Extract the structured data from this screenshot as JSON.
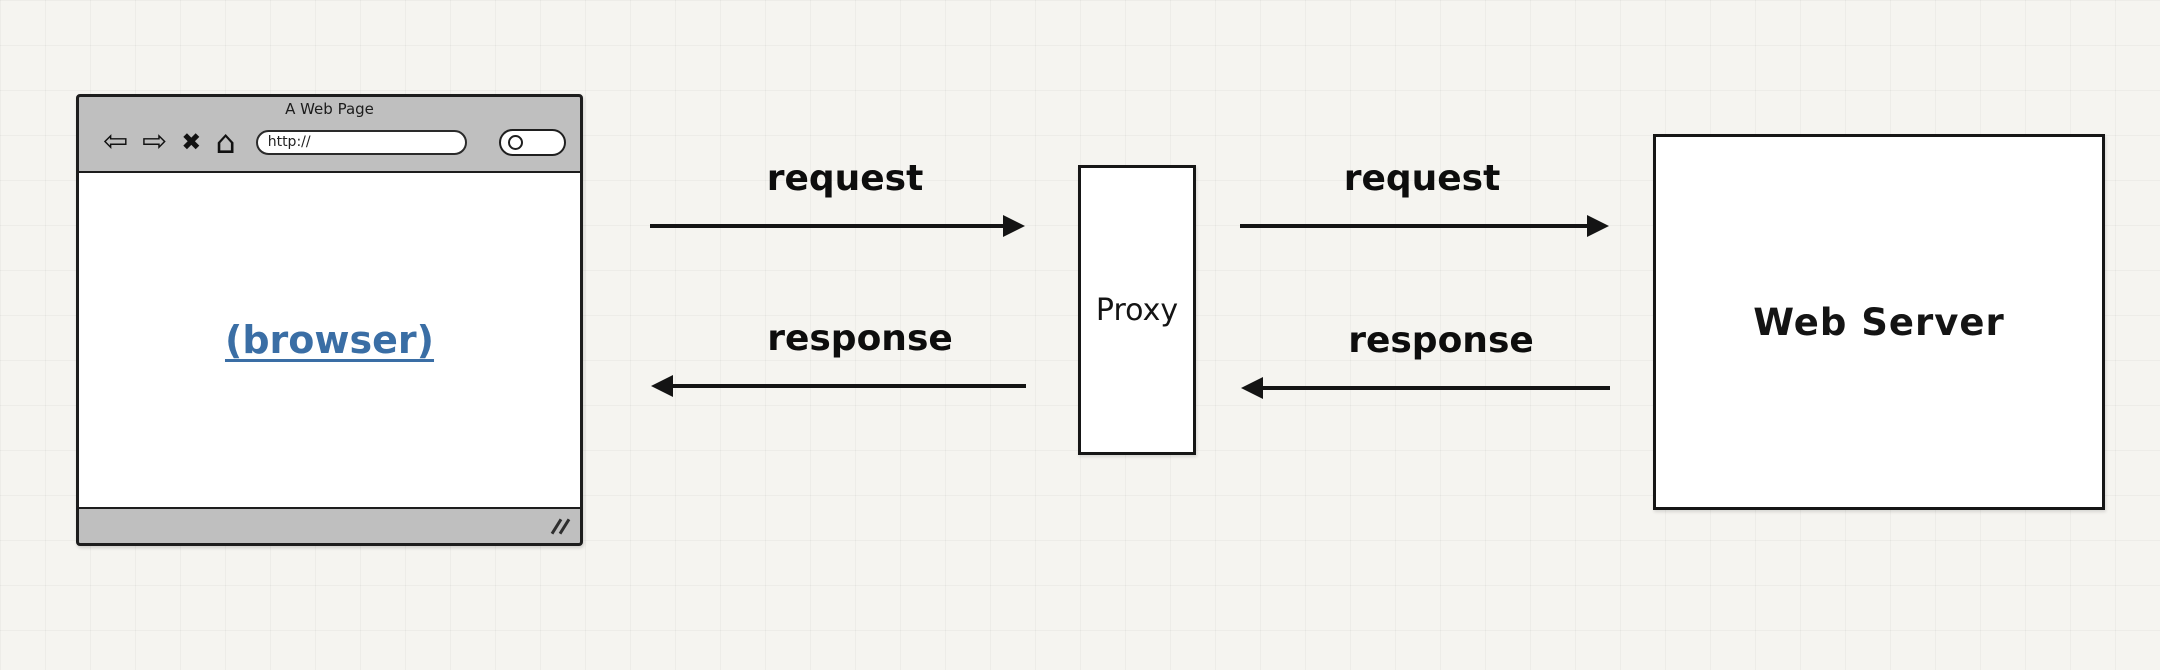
{
  "background": {
    "color": "#f5f4f0",
    "grid_color": "#e7e6e2"
  },
  "browser": {
    "window_title": "A Web Page",
    "url": "http://",
    "page_label": "(browser)",
    "link_color": "#3a6ea5",
    "chrome_color": "#bfbfbf",
    "icons": {
      "back": "⇦",
      "forward": "⇨",
      "close": "✖",
      "home": "⌂"
    }
  },
  "proxy": {
    "label": "Proxy"
  },
  "server": {
    "label": "Web Server"
  },
  "flows": {
    "browser_proxy": {
      "request": "request",
      "response": "response"
    },
    "proxy_server": {
      "request": "request",
      "response": "response"
    }
  }
}
